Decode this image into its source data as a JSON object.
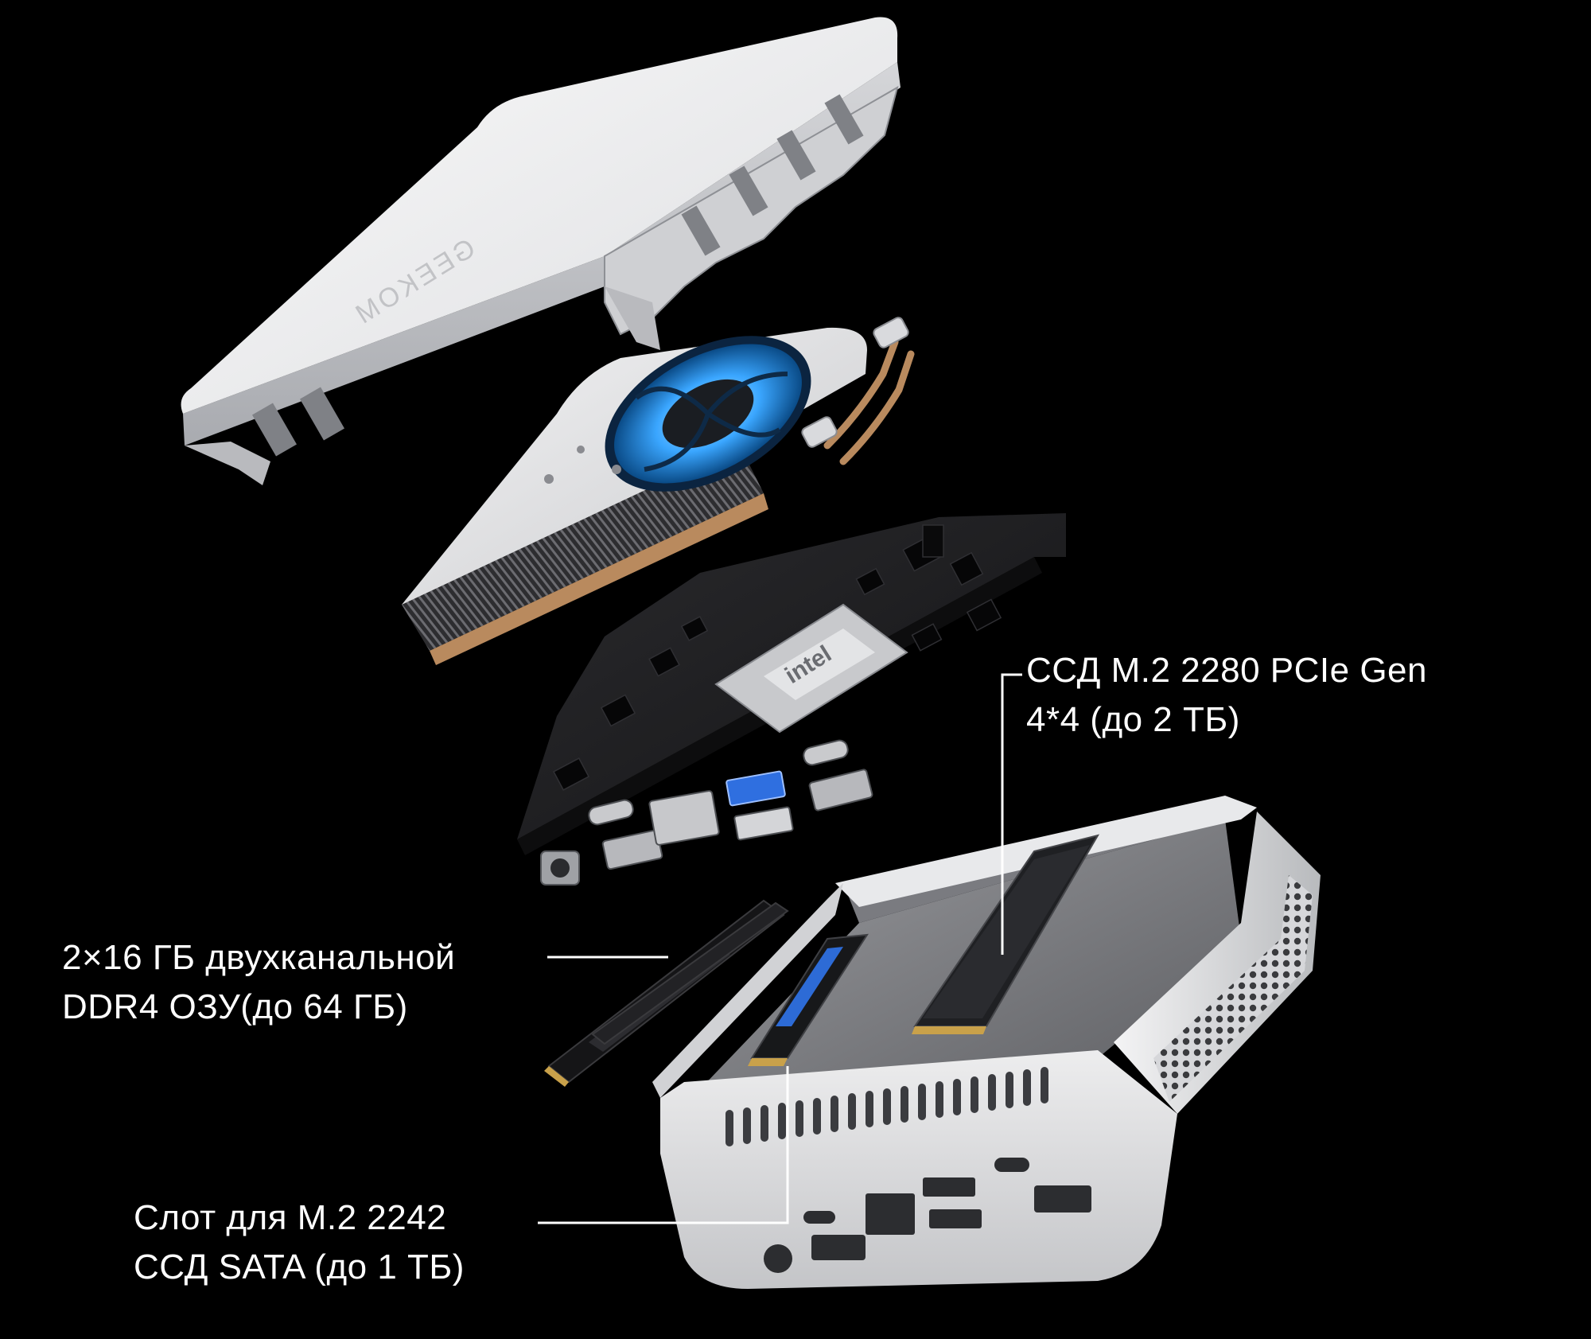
{
  "callouts": {
    "ssd_pcie": {
      "line1": "ССД M.2 2280 PCIe Gen",
      "line2": "4*4 (до 2 ТБ)"
    },
    "ram": {
      "line1": "2×16 ГБ двухканальной",
      "line2": "DDR4 ОЗУ(до 64 ГБ)"
    },
    "sata": {
      "line1": "Слот для M.2 2242",
      "line2": "ССД SATA (до 1 ТБ)"
    }
  },
  "logo_text": "GEEKOM",
  "chip_text": "intel",
  "colors": {
    "background": "#000000",
    "text": "#ffffff",
    "case": "#e9eaec",
    "board": "#1b1b1d",
    "fan_glow": "#3aa6ff",
    "copper": "#b98a5e"
  }
}
